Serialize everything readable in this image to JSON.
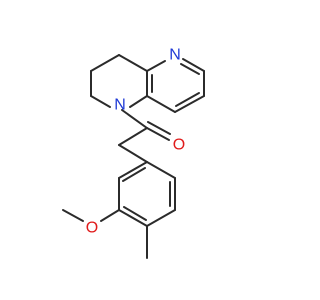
{
  "molecule": {
    "atoms": {
      "pyridine_n": {
        "symbol": "N",
        "color": "#1f3ad6"
      },
      "amide_n": {
        "symbol": "N",
        "color": "#1f3ad6"
      },
      "carbonyl_o": {
        "symbol": "O",
        "color": "#e01b1b"
      },
      "ether_o": {
        "symbol": "O",
        "color": "#e01b1b"
      }
    },
    "bond_color": "#2b2b2b",
    "background": "#ffffff"
  }
}
